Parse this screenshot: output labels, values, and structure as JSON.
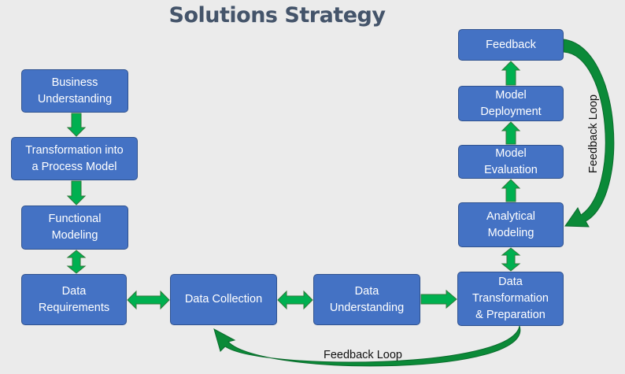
{
  "title": "Solutions Strategy",
  "colors": {
    "background": "#ebebeb",
    "box_fill": "#4472c4",
    "box_border": "#2f528f",
    "arrow_fill": "#00b050",
    "title_color": "#44546a"
  },
  "boxes": {
    "business_understanding": "Business\nUnderstanding",
    "transformation_process_model": "Transformation into\na Process Model",
    "functional_modeling": "Functional\nModeling",
    "data_requirements": "Data\nRequirements",
    "data_collection": "Data Collection",
    "data_understanding": "Data\nUnderstanding",
    "data_transformation": "Data\nTransformation\n& Preparation",
    "analytical_modeling": "Analytical\nModeling",
    "model_evaluation": "Model\nEvaluation",
    "model_deployment": "Model\nDeployment",
    "feedback": "Feedback"
  },
  "loops": {
    "bottom_label": "Feedback Loop",
    "right_label": "Feedback Loop"
  }
}
